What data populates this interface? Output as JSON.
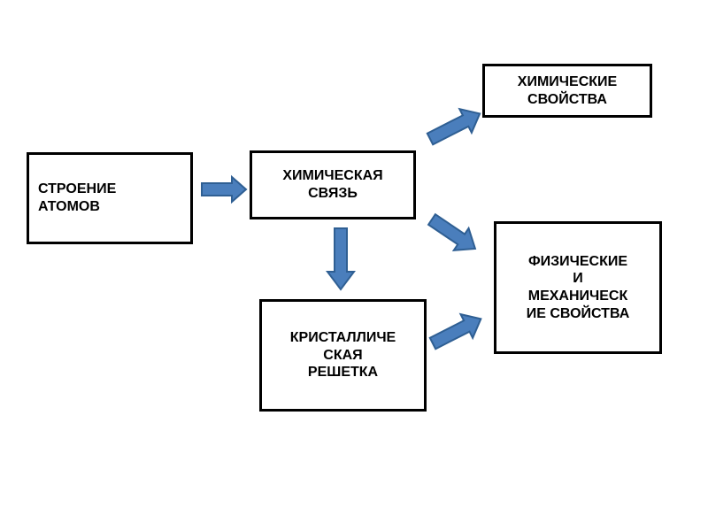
{
  "diagram": {
    "title": "",
    "background_color": "#ffffff",
    "box_border_color": "#000000",
    "text_color": "#000000",
    "arrow_fill_color": "#4a7ebc",
    "arrow_border_color": "#2f5f93",
    "nodes": [
      {
        "id": "atomic-structure",
        "label": "СТРОЕНИЕ\nАТОМОВ",
        "align": "left"
      },
      {
        "id": "chemical-bond",
        "label": "ХИМИЧЕСКАЯ\nСВЯЗЬ",
        "align": "center"
      },
      {
        "id": "chemical-properties",
        "label": "ХИМИЧЕСКИЕ\nСВОЙСТВА",
        "align": "center"
      },
      {
        "id": "physical-mechanical-properties",
        "label": "ФИЗИЧЕСКИЕ\nИ\nМЕХАНИЧЕСК\nИЕ СВОЙСТВА",
        "align": "center"
      },
      {
        "id": "crystal-lattice",
        "label": "КРИСТАЛЛИЧЕ\nСКАЯ\nРЕШЕТКА",
        "align": "center"
      }
    ],
    "arrows": [
      {
        "id": "arrow-atomic-structure-to-chemical-bond",
        "from": "atomic-structure",
        "to": "chemical-bond",
        "direction": "right"
      },
      {
        "id": "arrow-chemical-bond-to-chemical-properties",
        "from": "chemical-bond",
        "to": "chemical-properties",
        "direction": "up-right"
      },
      {
        "id": "arrow-chemical-bond-to-physical-mechanical-properties",
        "from": "chemical-bond",
        "to": "physical-mechanical-properties",
        "direction": "down-right"
      },
      {
        "id": "arrow-chemical-bond-to-crystal-lattice",
        "from": "chemical-bond",
        "to": "crystal-lattice",
        "direction": "down"
      },
      {
        "id": "arrow-crystal-lattice-to-physical-mechanical-properties",
        "from": "crystal-lattice",
        "to": "physical-mechanical-properties",
        "direction": "up-right"
      }
    ]
  }
}
